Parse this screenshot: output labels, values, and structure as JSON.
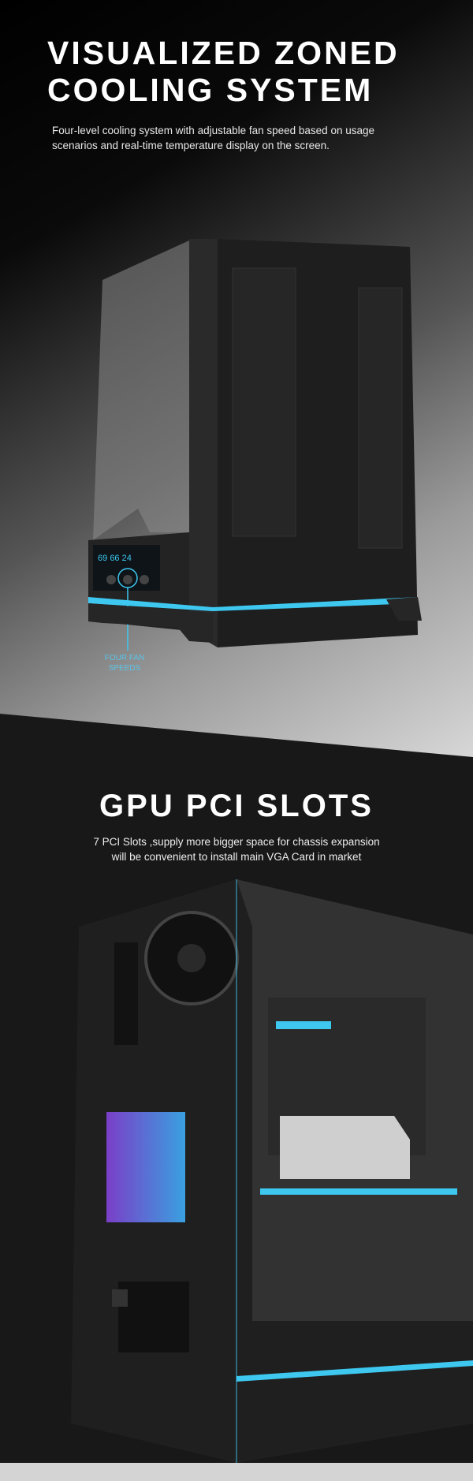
{
  "section1": {
    "title_line1": "VISUALIZED ZONED",
    "title_line2": "COOLING SYSTEM",
    "description": "Four-level cooling system with adjustable fan speed based on usage scenarios and real-time temperature display on the screen.",
    "callout": "FOUR FAN SPEEDS",
    "display_readouts": [
      "69",
      "66",
      "24"
    ]
  },
  "section2": {
    "title": "GPU PCI SLOTS",
    "description_line1": "7 PCI Slots ,supply more bigger space for chassis expansion",
    "description_line2": "will be convenient to install main VGA Card in market"
  },
  "colors": {
    "accent": "#3ec8f0"
  }
}
